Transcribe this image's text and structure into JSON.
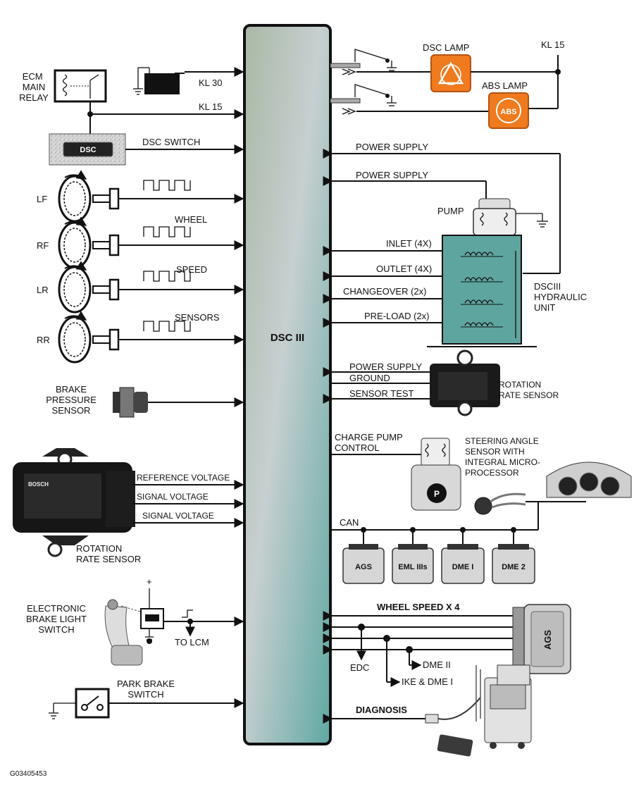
{
  "module": {
    "label": "DSC III",
    "color_top": "#a9b8a6",
    "color_mid": "#c7cfd0",
    "color_bottom": "#5fa8a3"
  },
  "inputs": {
    "ecm_main_relay": "ECM\nMAIN\nRELAY",
    "kl30": "KL 30",
    "kl15": "KL 15",
    "dsc_button": "DSC",
    "dsc_switch": "DSC SWITCH",
    "wheels": [
      "LF",
      "RF",
      "LR",
      "RR"
    ],
    "wheel_labels": [
      "WHEEL",
      "SPEED",
      "SENSORS"
    ],
    "brake_pressure_sensor": "BRAKE\nPRESSURE\nSENSOR",
    "reference_voltage": "REFERENCE VOLTAGE",
    "signal_voltage_1": "SIGNAL VOLTAGE",
    "signal_voltage_2": "SIGNAL VOLTAGE",
    "rotation_rate_sensor": "ROTATION\nRATE SENSOR",
    "sensor_brand": "BOSCH",
    "electronic_brake_light_switch": "ELECTRONIC\nBRAKE LIGHT\nSWITCH",
    "plus_sign": "+",
    "to_lcm": "TO LCM",
    "park_brake_switch": "PARK BRAKE\nSWITCH"
  },
  "outputs": {
    "dsc_lamp": "DSC LAMP",
    "abs_lamp": "ABS LAMP",
    "abs_badge": "ABS",
    "kl15_right": "KL 15",
    "lamp_color": "#f07a1e",
    "power_supply_1": "POWER SUPPLY",
    "power_supply_2": "POWER SUPPLY",
    "pump": "PUMP",
    "inlet": "INLET (4X)",
    "outlet": "OUTLET (4X)",
    "changeover": "CHANGEOVER (2x)",
    "preload": "PRE-LOAD (2x)",
    "hydraulic_unit": "DSCIII\nHYDRAULIC\nUNIT",
    "hydraulic_color": "#5fa59f",
    "rr_power_supply": "POWER SUPPLY",
    "rr_ground": "GROUND",
    "rr_sensor_test": "SENSOR TEST",
    "rotation_rate_sensor": "ROTATION\nRATE SENSOR",
    "charge_pump_control": "CHARGE PUMP\nCONTROL",
    "steering_angle_sensor": "STEERING ANGLE\nSENSOR WITH\nINTEGRAL MICRO-\nPROCESSOR",
    "can": "CAN",
    "can_modules": [
      "AGS",
      "EML IIIs",
      "DME I",
      "DME 2"
    ],
    "wheel_speed": "WHEEL SPEED X 4",
    "ags_big": "AGS",
    "edc": "EDC",
    "dme2": "DME II",
    "ike_dme1": "IKE & DME I",
    "diagnosis": "DIAGNOSIS"
  },
  "figure_id": "G03405453"
}
